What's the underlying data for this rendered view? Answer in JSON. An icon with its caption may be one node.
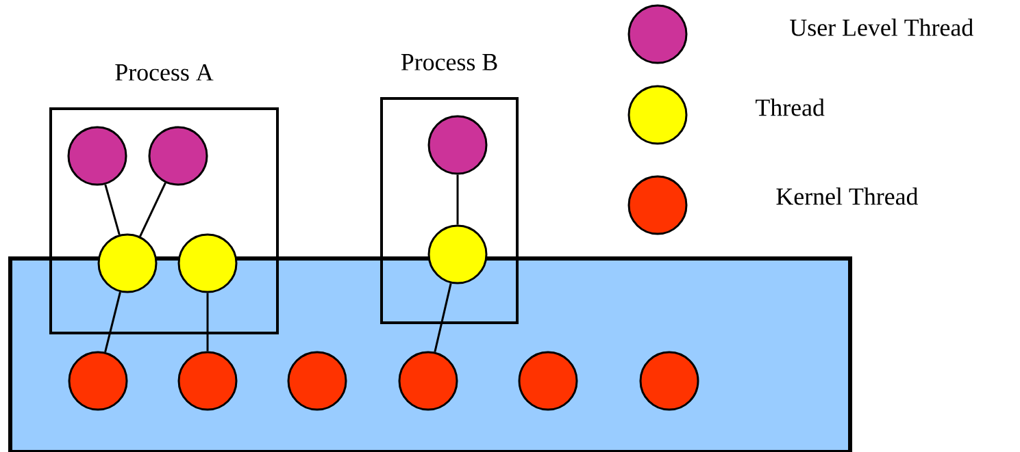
{
  "diagram": {
    "nodes": [
      {
        "text": [
          "Process A"
        ]
      },
      {
        "text": [],
        "shape": "circle",
        "in": 0
      },
      {
        "text": [],
        "shape": "circle",
        "in": 0
      },
      {
        "text": [],
        "shape": "circle",
        "in": 0
      },
      {
        "text": [],
        "shape": "circle",
        "in": 0
      },
      {
        "text": [
          "Process B"
        ]
      },
      {
        "text": [],
        "shape": "circle",
        "in": 5
      },
      {
        "text": [],
        "shape": "circle",
        "in": 5
      },
      {
        "text": [],
        "shape": "box"
      },
      {
        "text": [],
        "shape": "circle",
        "in": 8
      },
      {
        "text": [],
        "shape": "circle",
        "in": 8
      },
      {
        "text": [],
        "shape": "circle",
        "in": 8
      },
      {
        "text": [],
        "shape": "circle",
        "in": 8
      },
      {
        "text": [],
        "shape": "circle",
        "in": 8
      },
      {
        "text": [],
        "shape": "circle",
        "in": 8
      }
    ],
    "edges": [
      {
        "from": 1,
        "to": 3,
        "arrow": "none"
      },
      {
        "from": 2,
        "to": 3,
        "arrow": "none"
      },
      {
        "from": 3,
        "to": 9,
        "arrow": "none"
      },
      {
        "from": 4,
        "to": 10,
        "arrow": "none"
      },
      {
        "from": 6,
        "to": 7,
        "arrow": "none"
      },
      {
        "from": 7,
        "to": 12,
        "arrow": "none"
      }
    ],
    "legend": [
      {
        "text": "User Level Thread",
        "color": "#cc3399"
      },
      {
        "text": "Thread",
        "color": "#ffff00"
      },
      {
        "text": "Kernel Thread",
        "color": "#ff3300"
      }
    ]
  }
}
